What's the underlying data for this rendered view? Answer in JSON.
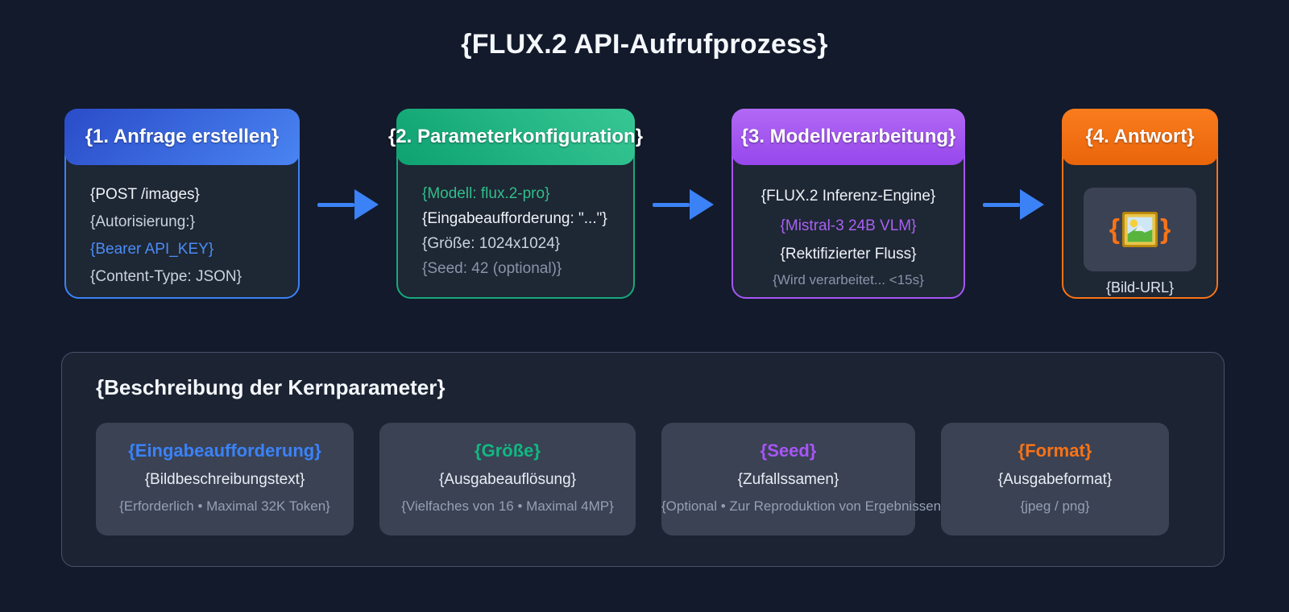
{
  "title": "{FLUX.2 API-Aufrufprozess}",
  "colors": {
    "background": "#121a2b",
    "accent_blue": "#3b82f6",
    "accent_green": "#10b981",
    "accent_purple": "#a855f7",
    "accent_orange": "#f97316",
    "arrow": "#3b82f6"
  },
  "flow": {
    "steps": [
      {
        "title": "{1. Anfrage erstellen}",
        "lines": [
          "{POST /images}",
          "{Autorisierung:}",
          "{Bearer API_KEY}",
          "{Content-Type: JSON}"
        ]
      },
      {
        "title": "{2. Parameterkonfiguration}",
        "lines": [
          "{Modell: flux.2-pro}",
          "{Eingabeaufforderung: \"...\"}",
          "{Größe: 1024x1024}",
          "{Seed: 42 (optional)}"
        ]
      },
      {
        "title": "{3. Modellverarbeitung}",
        "lines": [
          "{FLUX.2 Inferenz-Engine}",
          "{Mistral-3 24B VLM}",
          "{Rektifizierter Fluss}",
          "{Wird verarbeitet... <15s}"
        ]
      },
      {
        "title": "{4. Antwort}",
        "icon": "framed-picture-icon",
        "brace_left": "{",
        "brace_right": "}",
        "caption": "{Bild-URL}"
      }
    ]
  },
  "panel": {
    "title": "{Beschreibung der Kernparameter}",
    "params": [
      {
        "name": "{Eingabeaufforderung}",
        "desc": "{Bildbeschreibungstext}",
        "note": "{Erforderlich • Maximal 32K Token}"
      },
      {
        "name": "{Größe}",
        "desc": "{Ausgabeauflösung}",
        "note": "{Vielfaches von 16 • Maximal 4MP}"
      },
      {
        "name": "{Seed}",
        "desc": "{Zufallssamen}",
        "note": "{Optional • Zur Reproduktion von Ergebnissen}"
      },
      {
        "name": "{Format}",
        "desc": "{Ausgabeformat}",
        "note": "{jpeg / png}"
      }
    ]
  }
}
